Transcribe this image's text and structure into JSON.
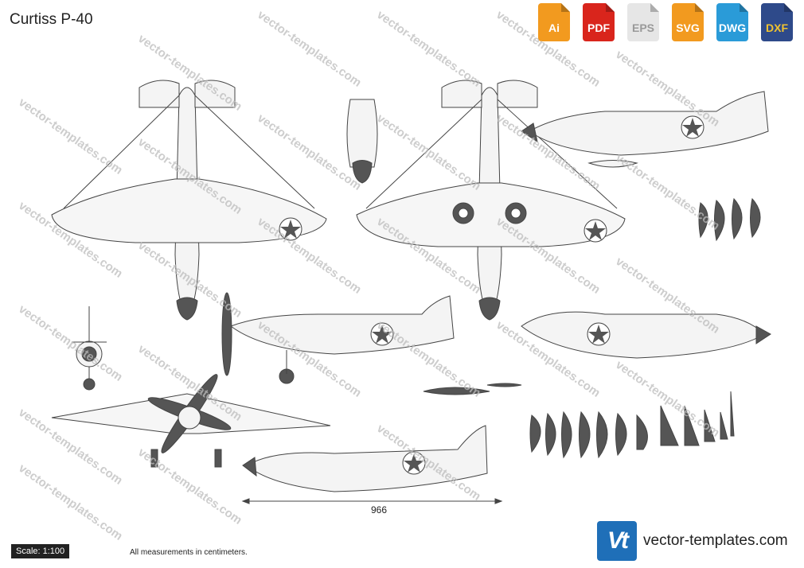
{
  "title": "Curtiss P-40",
  "formats": [
    {
      "label": "Ai",
      "color": "#f29a1f"
    },
    {
      "label": "PDF",
      "color": "#d9251c"
    },
    {
      "label": "EPS",
      "color": "#e6e6e6"
    },
    {
      "label": "SVG",
      "color": "#f29a1f"
    },
    {
      "label": "DWG",
      "color": "#2a9bd8"
    },
    {
      "label": "DXF",
      "color": "#2e4a8a"
    }
  ],
  "watermark": "vector-templates.com",
  "dimension": "966",
  "scale": "Scale: 1:100",
  "note": "All measurements in centimeters.",
  "brand": {
    "logo": "Vt",
    "url": "vector-templates.com"
  }
}
